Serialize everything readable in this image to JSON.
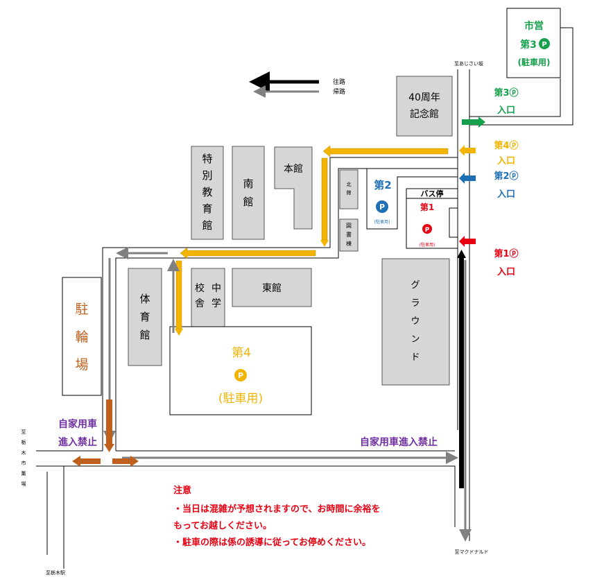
{
  "legend": {
    "outbound_label": "往路",
    "return_label": "帰路"
  },
  "buildings": {
    "memorial_hall": [
      "40周年",
      "記念館"
    ],
    "special_ed": [
      "特",
      "別",
      "教",
      "育",
      "館"
    ],
    "south_hall": [
      "南",
      "館"
    ],
    "main_hall": "本館",
    "north_hall": [
      "北",
      "館"
    ],
    "library": [
      "図",
      "書",
      "棟"
    ],
    "gym": [
      "体",
      "育",
      "館"
    ],
    "junior_high": [
      "中",
      "学",
      "校",
      "舎"
    ],
    "east_hall": "東館",
    "ground": [
      "グ",
      "ラ",
      "ウ",
      "ン",
      "ド"
    ],
    "bicycle_parking": [
      "駐",
      "輪",
      "場"
    ]
  },
  "parking": {
    "p1": {
      "title": "第1",
      "sub": "(駐車用)",
      "entrance": [
        "第1ⓟ",
        "入口"
      ],
      "color": "#e60012"
    },
    "p2": {
      "title": "第2",
      "sub": "(駐車用)",
      "entrance": [
        "第2ⓟ",
        "入口"
      ],
      "color": "#1f6fb5"
    },
    "p3": {
      "owner": "市営",
      "title": "第3",
      "sub": "(駐車用)",
      "entrance": [
        "第3ⓟ",
        "入口"
      ],
      "color": "#16a04c"
    },
    "p4": {
      "title": "第4",
      "sub": "(駐車用)",
      "entrance": [
        "第4ⓟ",
        "入口"
      ],
      "color": "#f2b400"
    },
    "symbol": "P"
  },
  "bus_stop": "バス停",
  "no_entry": {
    "left": [
      "自家用車",
      "進入禁止"
    ],
    "bottom": "自家用車進入禁止",
    "color": "#7030a0"
  },
  "directions": {
    "ajisai": "至あじさい坂",
    "mcdonalds": "至マクドナルド",
    "city_market": [
      "至",
      "栃",
      "木",
      "市",
      "薫",
      "場"
    ],
    "station": "至栃木駅"
  },
  "notice": {
    "title": "注意",
    "lines": [
      "・当日は混雑が予想されますので、お時間に余裕を",
      "もってお越しください。",
      "・駐車の際は係の誘導に従ってお停めください。"
    ],
    "color": "#e60012"
  },
  "colors": {
    "building": "#d6d6d6",
    "brown": "#c0601e",
    "bicycle_text": "#c0601e",
    "outbound": "#000000",
    "return": "#808080"
  }
}
